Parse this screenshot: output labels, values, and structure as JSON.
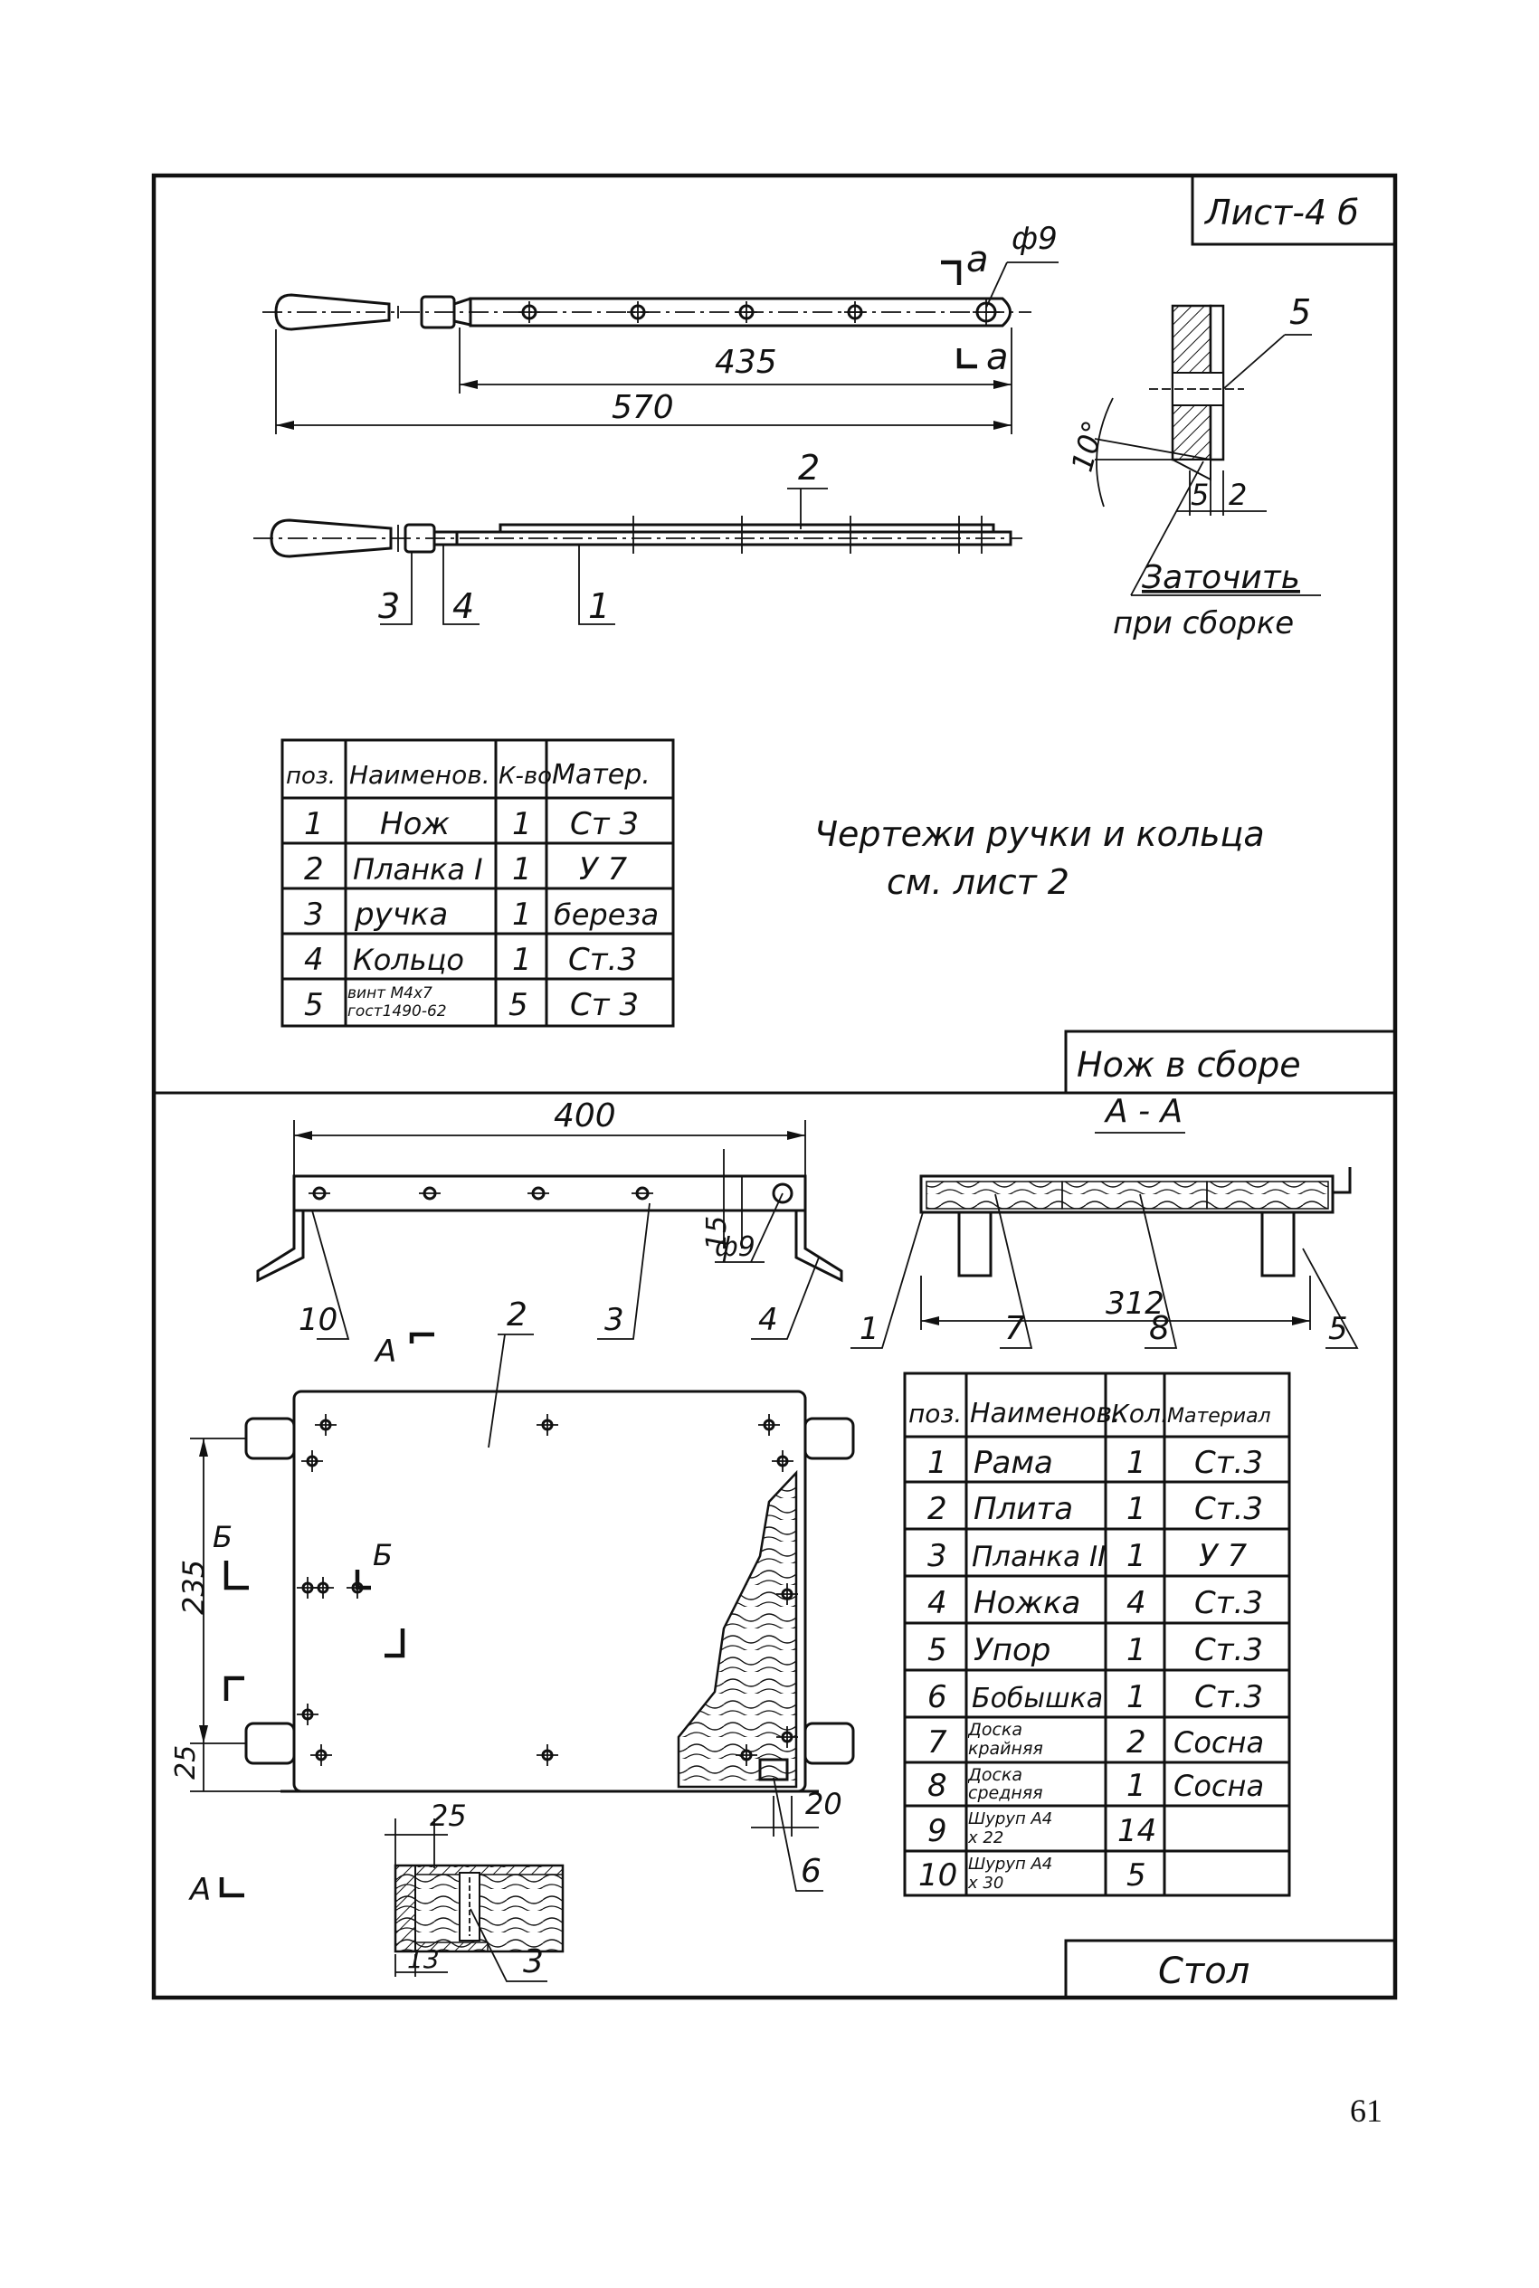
{
  "sheet_label": "Лист-4 б",
  "knife": {
    "dims": {
      "overall": "570",
      "blade": "435",
      "hole": "ф9"
    },
    "section_mark": "a",
    "positions": [
      "1",
      "2",
      "3",
      "4"
    ],
    "note_line1": "Чертежи ручки и кольца",
    "note_line2": "см. лист 2",
    "title": "Нож в сборе",
    "detail": {
      "angle": "10°",
      "pos": "5",
      "dim_a": "5",
      "dim_b": "2",
      "sharpen1": "Заточить",
      "sharpen2": "при сборке"
    }
  },
  "knife_table": {
    "headers": [
      "поз.",
      "Наименов.",
      "К-во",
      "Матер."
    ],
    "rows": [
      [
        "1",
        "Нож",
        "1",
        "Ст 3"
      ],
      [
        "2",
        "Планка I",
        "1",
        "У 7"
      ],
      [
        "3",
        "ручка",
        "1",
        "береза"
      ],
      [
        "4",
        "Кольцо",
        "1",
        "Ст.3"
      ],
      [
        "5",
        "винт М4х7 гост1490-62",
        "5",
        "Ст 3"
      ]
    ]
  },
  "table_view": {
    "dims": {
      "length": "400",
      "d15": "15",
      "hole": "ф9",
      "d235": "235",
      "d25": "25",
      "d20": "20",
      "d25b": "25",
      "d13": "13",
      "d312": "312"
    },
    "positions_top": [
      "10",
      "2",
      "3",
      "4"
    ],
    "positions_section": [
      "1",
      "7",
      "8",
      "5"
    ],
    "section_title": "А - А",
    "section_a": "А",
    "section_b": "Б",
    "pos6": "6",
    "pos3": "3",
    "title": "Стол"
  },
  "stol_table": {
    "headers": [
      "поз.",
      "Наименов.",
      "Кол.",
      "Материал"
    ],
    "rows": [
      [
        "1",
        "Рама",
        "1",
        "Ст.3"
      ],
      [
        "2",
        "Плита",
        "1",
        "Ст.3"
      ],
      [
        "3",
        "Планка II",
        "1",
        "У 7"
      ],
      [
        "4",
        "Ножка",
        "4",
        "Ст.3"
      ],
      [
        "5",
        "Упор",
        "1",
        "Ст.3"
      ],
      [
        "6",
        "Бобышка",
        "1",
        "Ст.3"
      ],
      [
        "7",
        "Доска крайняя",
        "2",
        "Сосна"
      ],
      [
        "8",
        "Доска средняя",
        "1",
        "Сосна"
      ],
      [
        "9",
        "Шуруп А4 х 22",
        "14",
        ""
      ],
      [
        "10",
        "Шуруп А4 х 30",
        "5",
        ""
      ]
    ]
  },
  "page_number": "61"
}
